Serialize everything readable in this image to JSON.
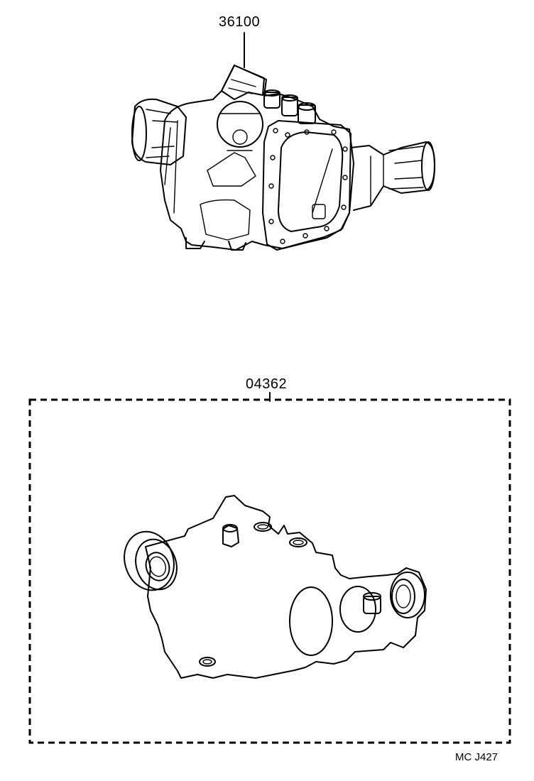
{
  "diagram": {
    "upper_part_number": "36100",
    "lower_part_number": "04362",
    "figure_code": "MC J427"
  }
}
